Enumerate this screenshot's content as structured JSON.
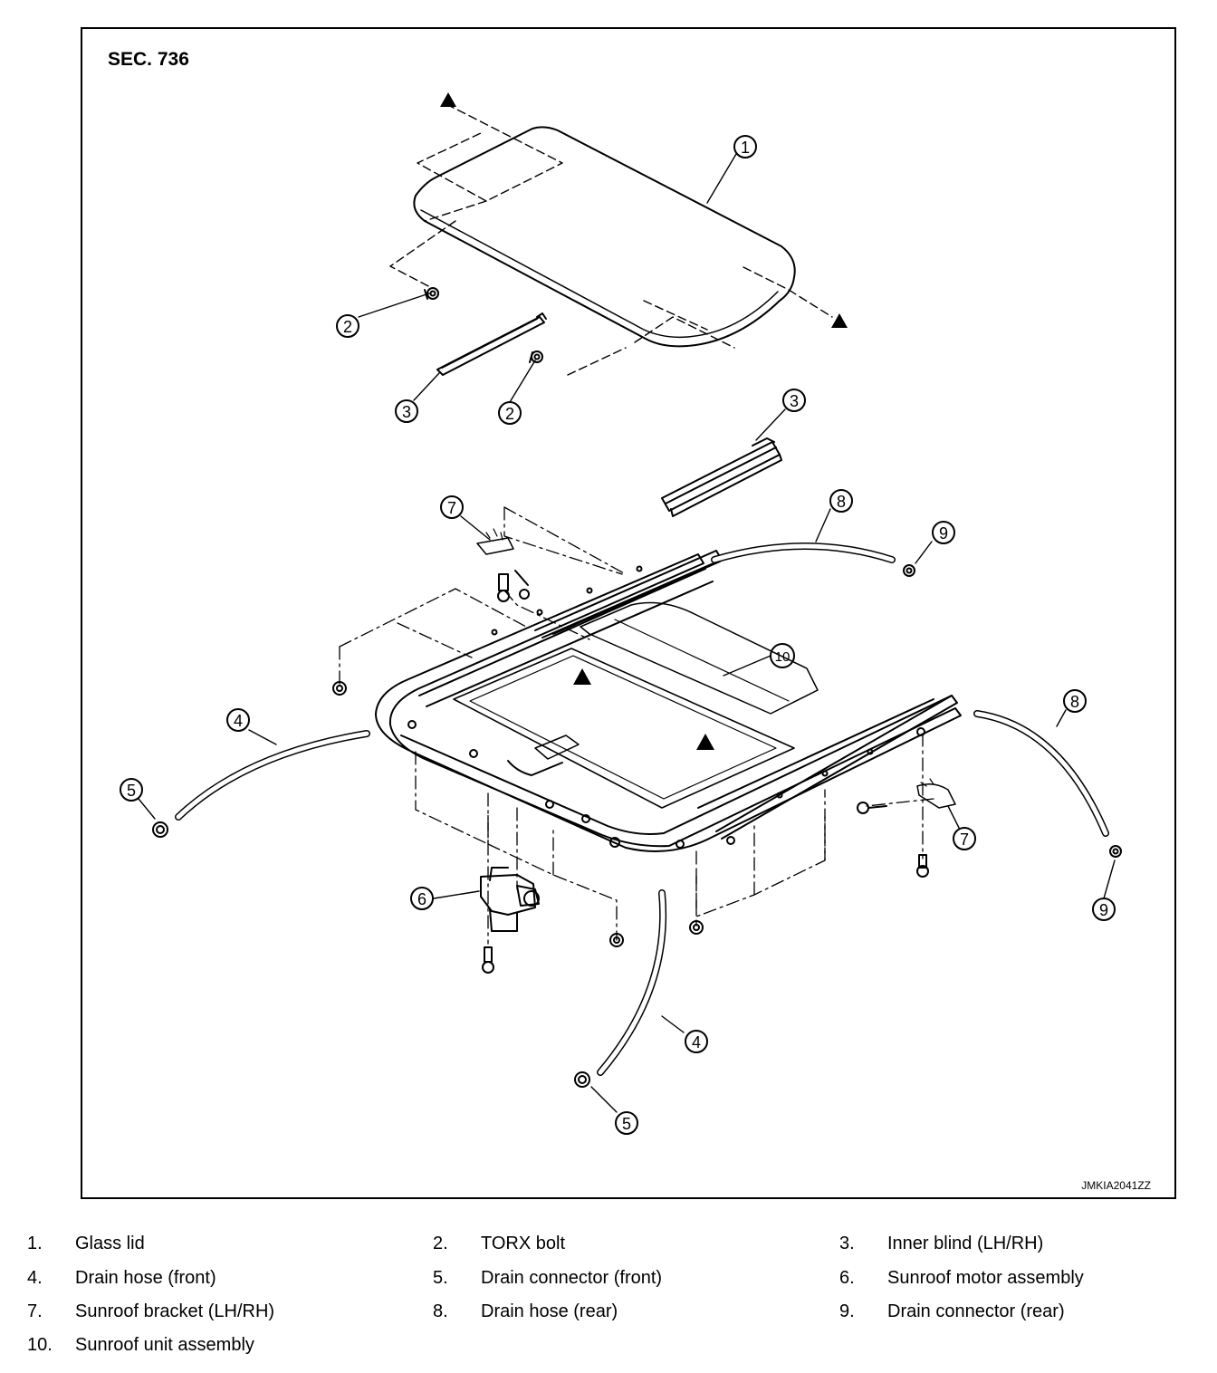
{
  "figure": {
    "section": "SEC. 736",
    "figure_id": "JMKIA2041ZZ"
  },
  "callouts": [
    {
      "num": "1"
    },
    {
      "num": "2"
    },
    {
      "num": "2"
    },
    {
      "num": "3"
    },
    {
      "num": "3"
    },
    {
      "num": "7"
    },
    {
      "num": "8"
    },
    {
      "num": "9"
    },
    {
      "num": "10"
    },
    {
      "num": "4"
    },
    {
      "num": "5"
    },
    {
      "num": "8"
    },
    {
      "num": "7"
    },
    {
      "num": "9"
    },
    {
      "num": "6"
    },
    {
      "num": "4"
    },
    {
      "num": "5"
    }
  ],
  "legend": [
    {
      "num": "1.",
      "label": "Glass lid"
    },
    {
      "num": "2.",
      "label": "TORX bolt"
    },
    {
      "num": "3.",
      "label": "Inner blind (LH/RH)"
    },
    {
      "num": "4.",
      "label": "Drain hose (front)"
    },
    {
      "num": "5.",
      "label": "Drain connector (front)"
    },
    {
      "num": "6.",
      "label": "Sunroof motor assembly"
    },
    {
      "num": "7.",
      "label": "Sunroof bracket (LH/RH)"
    },
    {
      "num": "8.",
      "label": "Drain hose (rear)"
    },
    {
      "num": "9.",
      "label": "Drain connector (rear)"
    },
    {
      "num": "10.",
      "label": "Sunroof unit assembly"
    }
  ]
}
